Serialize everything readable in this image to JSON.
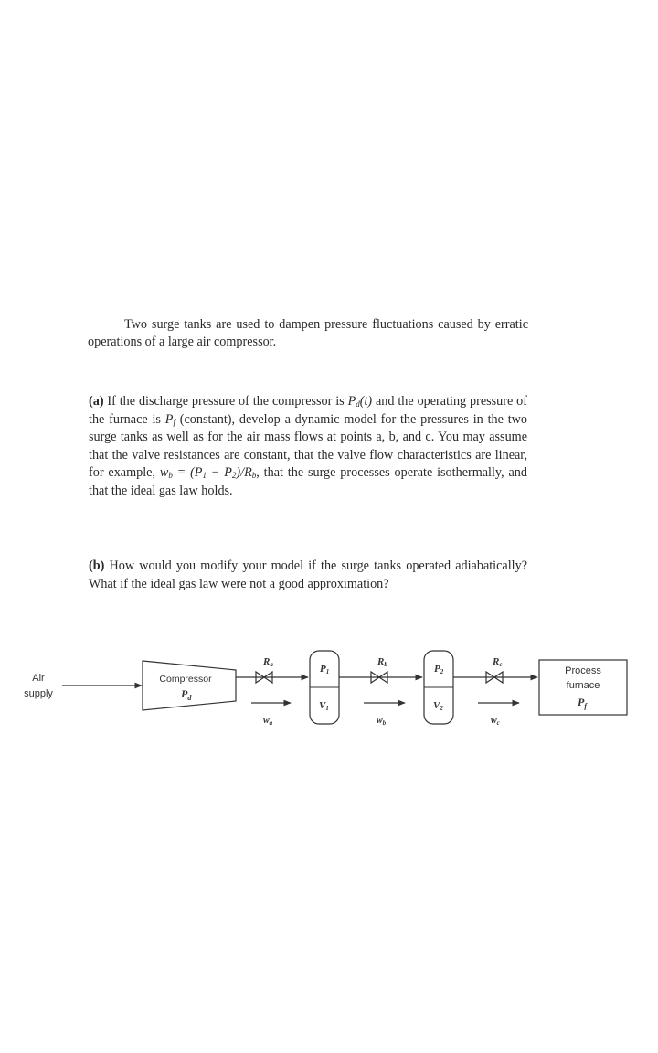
{
  "problem": {
    "intro": "Two surge tanks are used to dampen pressure fluctuations caused by erratic operations of a large air compressor.",
    "part_a": {
      "label": "(a)",
      "t1": "If the discharge pressure of the compressor is ",
      "t2": " and the operating pressure of the furnace is ",
      "t3": " (constant), develop a dynamic model for the pressures in the two surge tanks as well as for the air mass flows at points a, b, and c. You may assume that the valve resistances are constant, that the valve flow characteristics are linear, for example, ",
      "t4": ", that the surge processes operate isothermally, and that the ideal gas law holds."
    },
    "part_b": {
      "label": "(b)",
      "text": "How would you modify your model if the surge tanks operated adiabatically? What if the ideal gas law were not a good approximation?"
    }
  },
  "diagram": {
    "air_supply": [
      "Air",
      "supply"
    ],
    "compressor": {
      "name": "Compressor",
      "pressure": "Pd"
    },
    "valves": [
      {
        "resistance": "Ra",
        "flow": "wa"
      },
      {
        "resistance": "Rb",
        "flow": "wb"
      },
      {
        "resistance": "Rc",
        "flow": "wc"
      }
    ],
    "tanks": [
      {
        "pressure": "P1",
        "volume": "V1"
      },
      {
        "pressure": "P2",
        "volume": "V2"
      }
    ],
    "furnace": {
      "lines": [
        "Process",
        "furnace"
      ],
      "pressure": "Pf"
    }
  }
}
